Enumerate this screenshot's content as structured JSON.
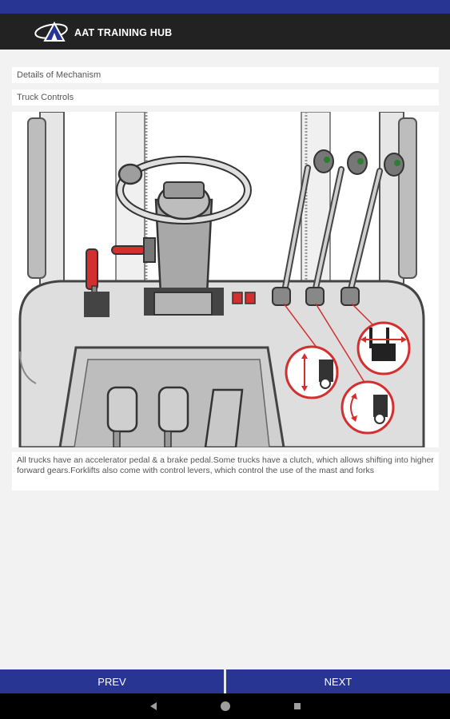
{
  "app": {
    "logo_text": "AAT TRAINING HUB"
  },
  "sections": {
    "mechanism_label": "Details of Mechanism",
    "controls_label": "Truck Controls"
  },
  "description": "All trucks have an accelerator pedal & a brake pedal.Some trucks have a clutch, which allows shifting into higher forward gears.Forklifts also come with control levers, which control the use of the mast and forks",
  "navigation": {
    "prev_label": "PREV",
    "next_label": "NEXT"
  },
  "colors": {
    "status_bar": "#283593",
    "app_bar": "#222222",
    "bottom_bar": "#283593",
    "accent_red": "#d32f2f"
  },
  "icons": [
    "aat-logo-icon",
    "back-icon",
    "home-icon",
    "recents-icon"
  ]
}
